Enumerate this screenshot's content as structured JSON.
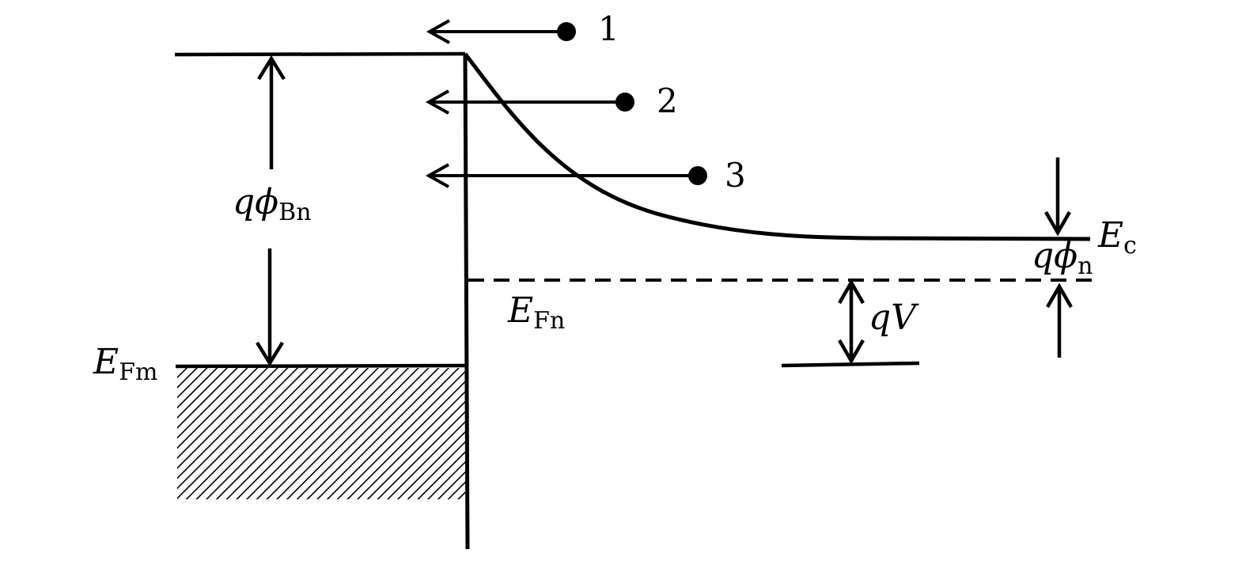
{
  "labels": {
    "barrier_symbol": "qϕ",
    "barrier_sub": "Bn",
    "metal_fermi_symbol": "E",
    "metal_fermi_sub": "Fm",
    "semi_fermi_symbol": "E",
    "semi_fermi_sub": "Fn",
    "conduction_symbol": "E",
    "conduction_sub": "c",
    "phi_n_symbol": "qϕ",
    "phi_n_sub": "n",
    "bias_label": "qV",
    "electron_1": "1",
    "electron_2": "2",
    "electron_3": "3"
  },
  "colors": {
    "ink": "#000000",
    "background": "#ffffff"
  }
}
